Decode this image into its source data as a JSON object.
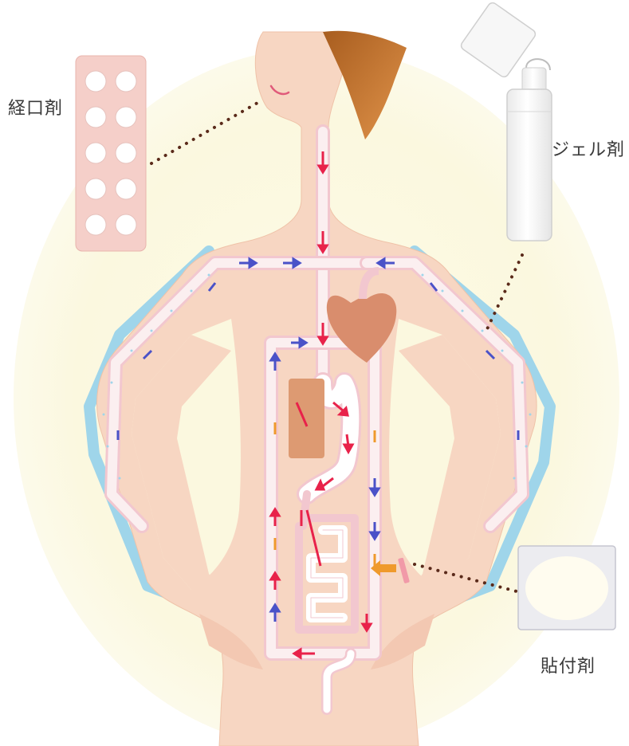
{
  "labels": {
    "oral": "経口剤",
    "gel": "ジェル剤",
    "patch": "貼付剤"
  },
  "colors": {
    "background_glow": "#fbf8df",
    "skin": "#f7d6c2",
    "skin_edge": "#efc2a8",
    "vessel": "#fbeff0",
    "vessel_edge": "#f2c7cf",
    "skin_layer": "#9fd5ea",
    "heart": "#d98d6d",
    "liver": "#dd9a72",
    "hair": "#c9762d",
    "arrow_red": "#e8224a",
    "arrow_blue": "#4a52c8",
    "arrow_orange": "#ef9a2c",
    "pill_sheet": "#f5cfc9",
    "gel_bottle": "#ffffff"
  },
  "icons": [
    "oral-tablet-sheet-icon",
    "gel-bottle-icon",
    "patch-icon"
  ]
}
